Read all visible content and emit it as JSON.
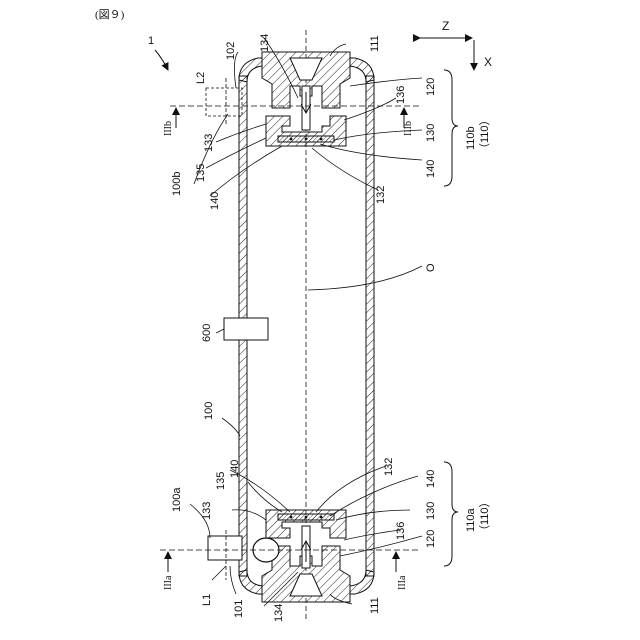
{
  "figure": {
    "label": "(図９)"
  },
  "axes": {
    "z": "Z",
    "x": "X"
  },
  "device": {
    "ref": "1",
    "labels": {
      "housing_top": "111",
      "housing_bottom": "111",
      "l2": "L2",
      "ref_102": "102",
      "ref_134_top": "134",
      "ref_134_bottom": "134",
      "ref_120_top": "120",
      "ref_120_bottom": "120",
      "ref_136_top": "136",
      "ref_136_bottom": "136",
      "section_b_left": "IIIb",
      "section_b_right": "IIIb",
      "ref_133_top": "133",
      "ref_133_bottom": "133",
      "ref_130_top": "130",
      "ref_130_bottom": "130",
      "ref_140_a": "140",
      "ref_140_b": "140",
      "ref_140_c": "140",
      "ref_140_d": "140",
      "ref_135_top": "135",
      "ref_135_bottom": "135",
      "ref_100b": "100b",
      "ref_132_top": "132",
      "ref_132_bottom": "132",
      "group_top": "110b",
      "group_top_paren": "（110）",
      "group_bottom": "110a",
      "group_bottom_paren": "（110）",
      "axis_o": "O",
      "ref_600": "600",
      "ref_100": "100",
      "ref_100a": "100a",
      "section_a_left": "IIIa",
      "section_a_right": "IIIa",
      "l1": "L1",
      "ref_101": "101"
    }
  }
}
